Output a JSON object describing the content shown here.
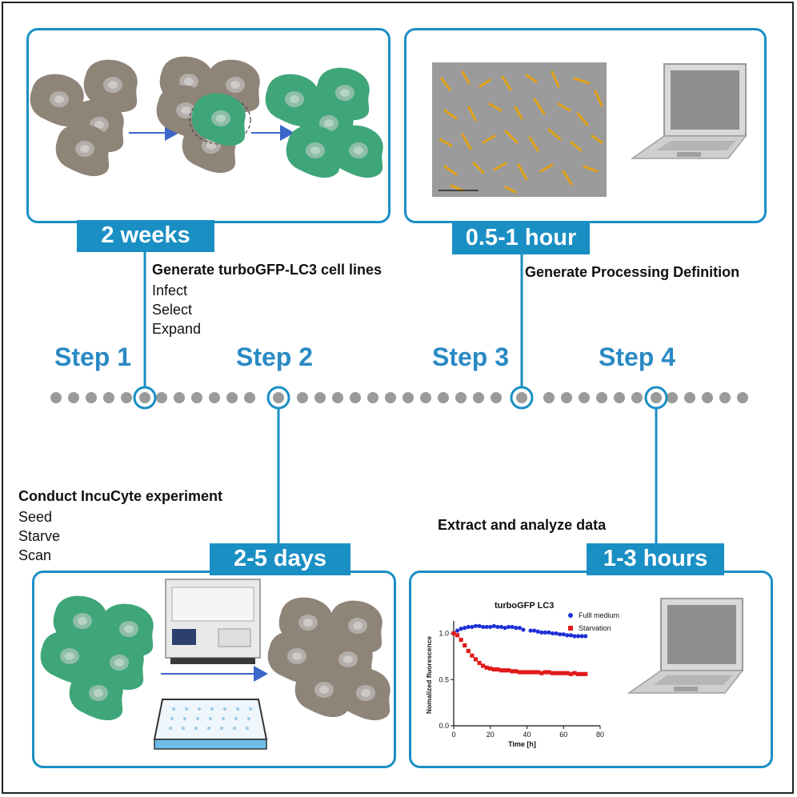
{
  "steps": [
    {
      "label": "Step 1"
    },
    {
      "label": "Step 2"
    },
    {
      "label": "Step 3"
    },
    {
      "label": "Step 4"
    }
  ],
  "durations": [
    "2 weeks",
    "0.5-1 hour",
    "2-5 days",
    "1-3 hours"
  ],
  "step1": {
    "title": "Generate turboGFP-LC3 cell lines",
    "items": [
      "Infect",
      "Select",
      "Expand"
    ]
  },
  "step2": {
    "title": "Conduct IncuCyte experiment",
    "items": [
      "Seed",
      "Starve",
      "Scan"
    ]
  },
  "step3": {
    "title": "Generate Processing Definition"
  },
  "step4": {
    "title": "Extract and analyze data"
  },
  "colors": {
    "accent": "#1a8fc4",
    "step_text": "#2a8ac4",
    "dots": "#9a9a9a",
    "gray_cell": "#8f8478",
    "green_cell": "#3fa67a"
  },
  "chart_data": {
    "type": "scatter",
    "title": "turboGFP LC3",
    "xlabel": "Time [h]",
    "ylabel": "Nomalized fluorescence",
    "xlim": [
      0,
      80
    ],
    "ylim": [
      0,
      1.1
    ],
    "xticks": [
      0,
      20,
      40,
      60,
      80
    ],
    "yticks": [
      0.0,
      0.5,
      1.0
    ],
    "legend_position": "top-right",
    "series": [
      {
        "name": "Fulll medium",
        "color": "#1f2fd6",
        "marker": "circle",
        "x": [
          0,
          2,
          4,
          6,
          8,
          10,
          12,
          14,
          16,
          18,
          20,
          22,
          24,
          26,
          28,
          30,
          32,
          34,
          36,
          38,
          42,
          44,
          46,
          48,
          50,
          52,
          54,
          56,
          58,
          60,
          62,
          64,
          66,
          68,
          70,
          72
        ],
        "y": [
          1.0,
          1.03,
          1.05,
          1.06,
          1.07,
          1.07,
          1.08,
          1.08,
          1.07,
          1.07,
          1.07,
          1.08,
          1.07,
          1.07,
          1.06,
          1.07,
          1.07,
          1.06,
          1.06,
          1.04,
          1.03,
          1.03,
          1.02,
          1.01,
          1.01,
          1.01,
          1.0,
          1.0,
          0.99,
          0.99,
          0.98,
          0.98,
          0.97,
          0.97,
          0.97,
          0.97
        ]
      },
      {
        "name": "Starvation",
        "color": "#e01b1b",
        "marker": "square",
        "x": [
          0,
          2,
          4,
          6,
          8,
          10,
          12,
          14,
          16,
          18,
          20,
          22,
          24,
          26,
          28,
          30,
          32,
          34,
          36,
          38,
          40,
          42,
          44,
          46,
          48,
          50,
          52,
          54,
          56,
          58,
          60,
          62,
          64,
          66,
          68,
          70,
          72
        ],
        "y": [
          1.0,
          0.98,
          0.93,
          0.87,
          0.81,
          0.76,
          0.72,
          0.68,
          0.65,
          0.63,
          0.62,
          0.61,
          0.61,
          0.6,
          0.6,
          0.6,
          0.59,
          0.59,
          0.58,
          0.58,
          0.58,
          0.58,
          0.58,
          0.58,
          0.57,
          0.58,
          0.58,
          0.57,
          0.57,
          0.57,
          0.57,
          0.57,
          0.56,
          0.57,
          0.56,
          0.56,
          0.56
        ]
      }
    ]
  }
}
